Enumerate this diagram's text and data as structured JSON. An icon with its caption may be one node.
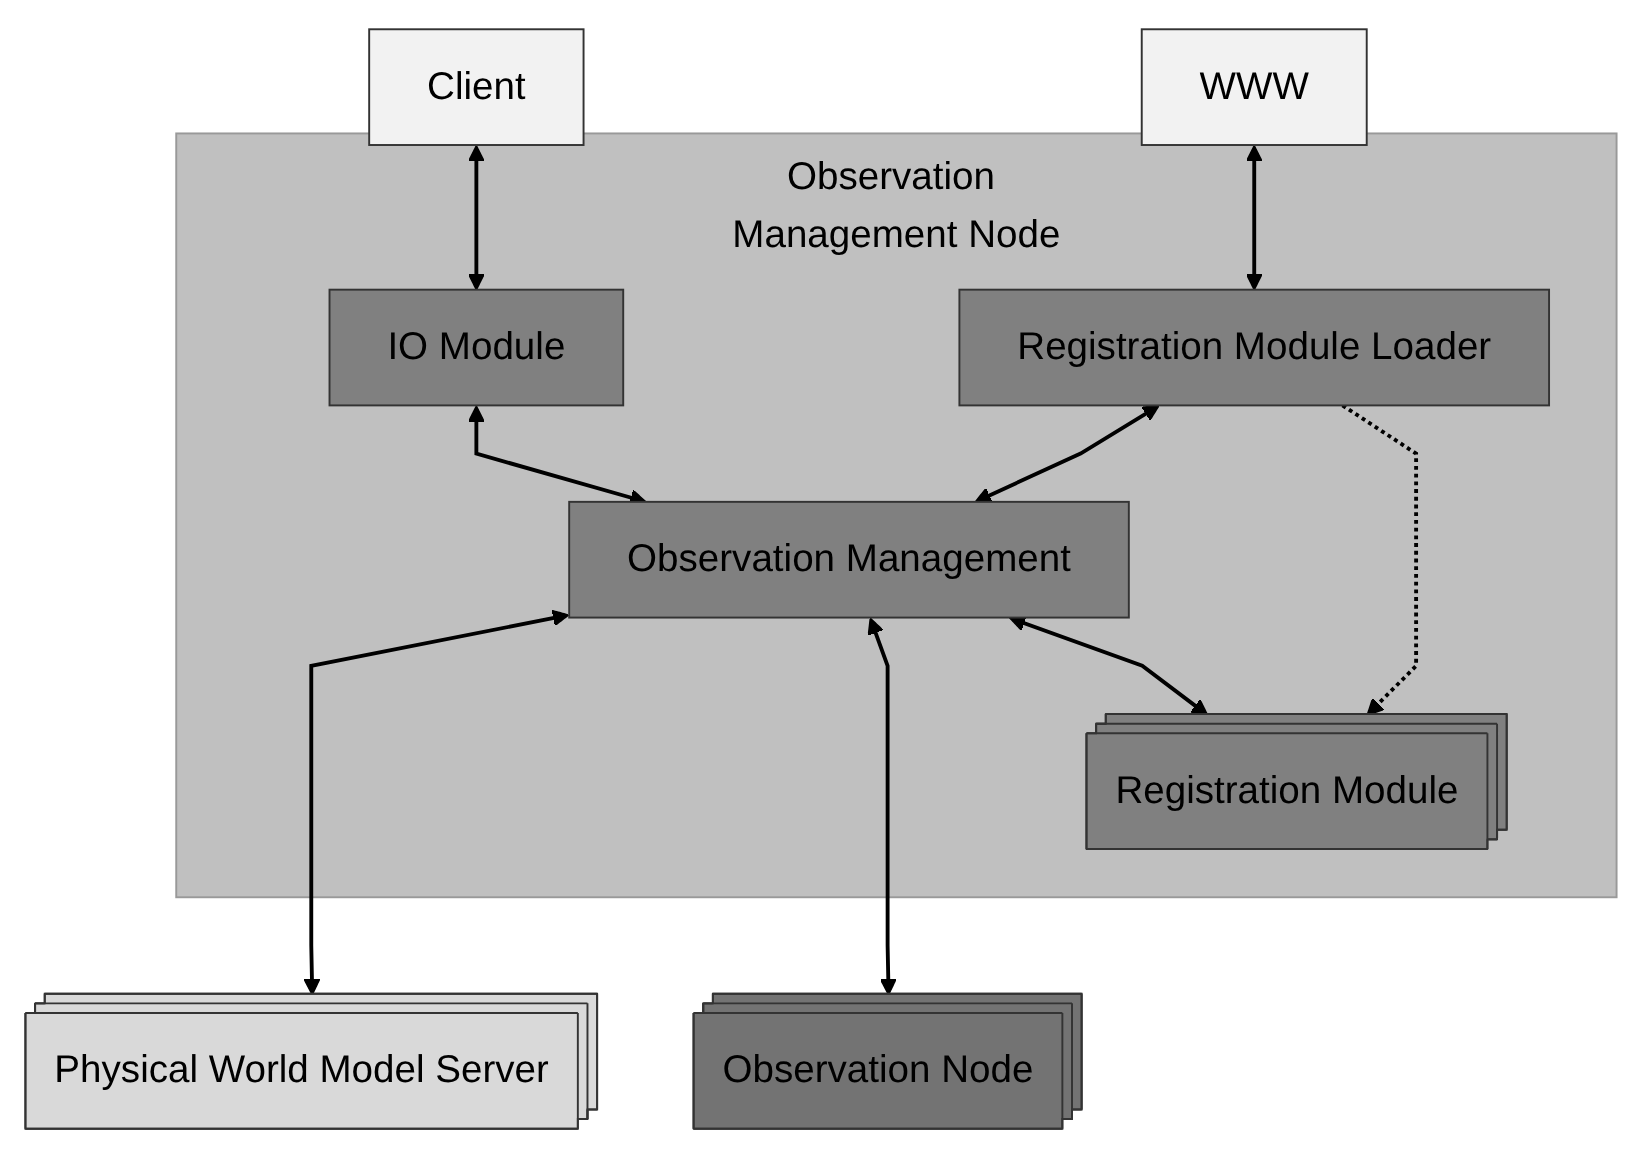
{
  "diagram": {
    "nodes": [
      {
        "text": [
          "Client"
        ]
      },
      {
        "text": [
          "WWW"
        ]
      },
      {
        "text": [
          "Observation Management Node"
        ]
      },
      {
        "text": [
          "IO Module"
        ],
        "in": 2
      },
      {
        "text": [
          "Registration Module Loader"
        ],
        "in": 2
      },
      {
        "text": [
          "Observation Management"
        ],
        "in": 2
      },
      {
        "text": [
          "Registration Module"
        ],
        "in": 2
      },
      {
        "text": [
          "Physical World Model Server"
        ]
      },
      {
        "text": [
          "Observation Node"
        ]
      }
    ],
    "edges": [
      {
        "from": 0,
        "to": 3,
        "arrow": "both"
      },
      {
        "from": 3,
        "to": 5,
        "arrow": "both"
      },
      {
        "from": 5,
        "to": 7,
        "arrow": "both"
      },
      {
        "from": 5,
        "to": 8,
        "arrow": "both"
      },
      {
        "from": 1,
        "to": 4,
        "arrow": "both"
      },
      {
        "from": 4,
        "to": 5,
        "arrow": "both"
      },
      {
        "from": 4,
        "to": 6,
        "arrow": "to",
        "style": "dashed"
      },
      {
        "from": 5,
        "to": 6,
        "arrow": "both"
      }
    ]
  }
}
